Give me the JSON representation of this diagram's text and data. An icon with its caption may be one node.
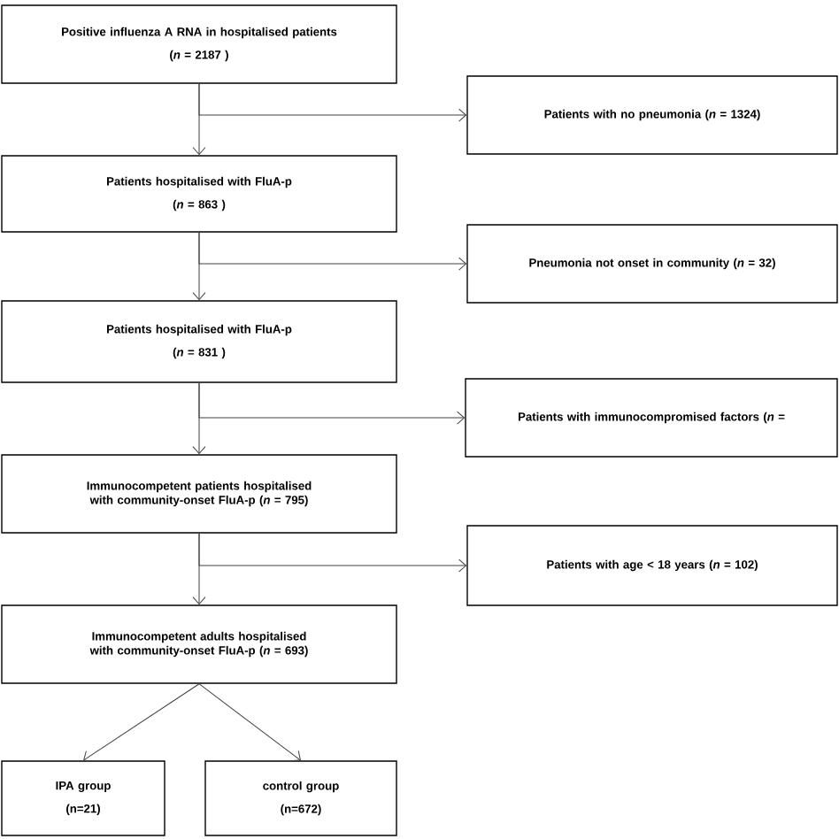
{
  "diagram": {
    "nodes": [
      {
        "text": [
          "Positive influenza A RNA in hospitalised patients",
          "(*n* = 2187 )"
        ]
      },
      {
        "text": [
          "Patients with no pneumonia (*n* = 1324)"
        ]
      },
      {
        "text": [
          "Patients hospitalised with FluA-p",
          "(*n* = 863 )"
        ]
      },
      {
        "text": [
          "Pneumonia not onset in community (*n* = 32)"
        ]
      },
      {
        "text": [
          "Patients hospitalised with FluA-p",
          "(*n* = 831 )"
        ]
      },
      {
        "text": [
          "Patients with immunocompromised factors (*n* ="
        ]
      },
      {
        "text": [
          "Immunocompetent patients hospitalised with community-onset FluA-p (*n* = 795)"
        ]
      },
      {
        "text": [
          "Patients with age < 18 years (*n* = 102)"
        ]
      },
      {
        "text": [
          "Immunocompetent adults  hospitalised with community-onset FluA-p (*n* = 693)"
        ]
      },
      {
        "text": [
          "IPA group",
          "(n=21)"
        ]
      },
      {
        "text": [
          "control group",
          "(n=672)"
        ]
      }
    ],
    "edges": [
      {
        "from": 0,
        "to": 2,
        "arrow": "to"
      },
      {
        "from": 0,
        "to": 1,
        "arrow": "to"
      },
      {
        "from": 2,
        "to": 4,
        "arrow": "to"
      },
      {
        "from": 2,
        "to": 3,
        "arrow": "to"
      },
      {
        "from": 4,
        "to": 6,
        "arrow": "to"
      },
      {
        "from": 4,
        "to": 5,
        "arrow": "to"
      },
      {
        "from": 6,
        "to": 8,
        "arrow": "to"
      },
      {
        "from": 6,
        "to": 7,
        "arrow": "to"
      },
      {
        "from": 8,
        "to": 9,
        "arrow": "to"
      },
      {
        "from": 8,
        "to": 10,
        "arrow": "to"
      }
    ]
  }
}
